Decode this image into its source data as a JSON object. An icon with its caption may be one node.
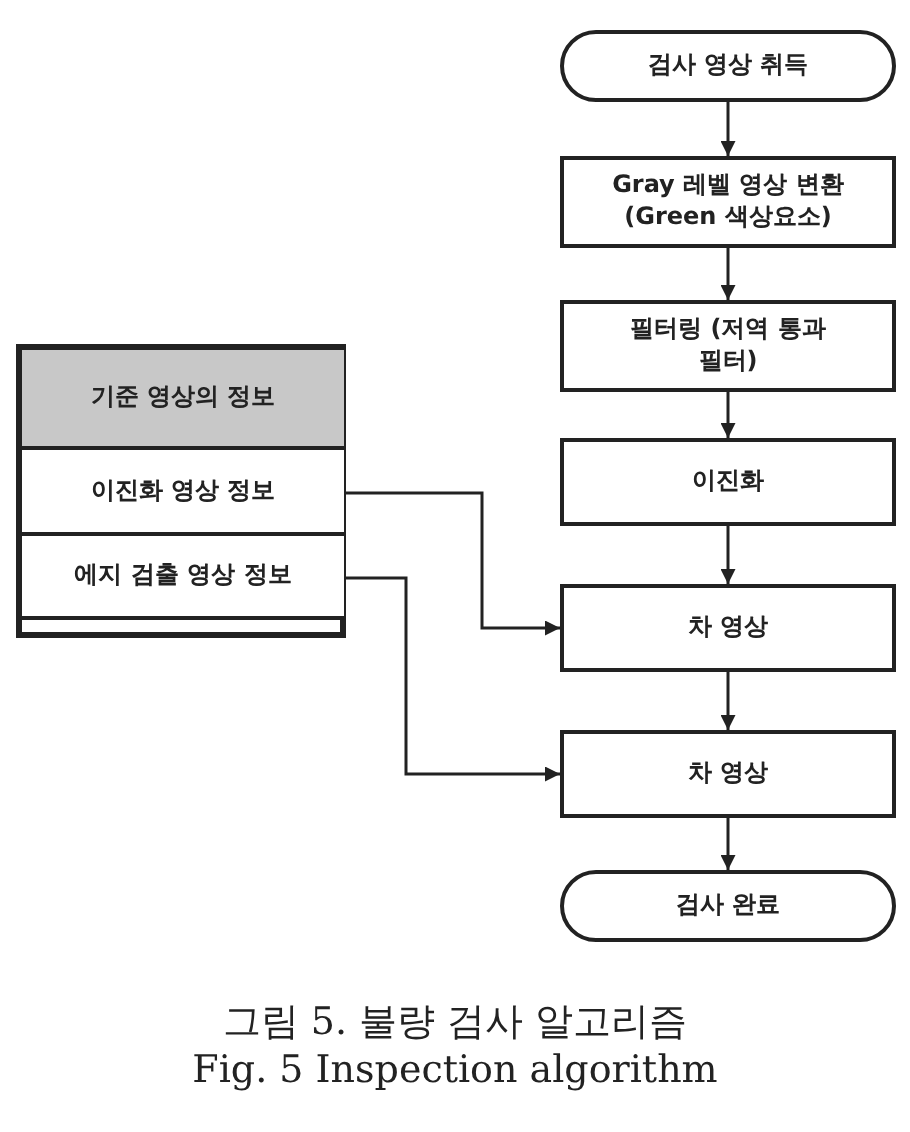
{
  "diagram": {
    "caption": "그림 5. 불량 검사 알고리즘",
    "nodes": [
      {
        "text": [
          "검사 영상 취득"
        ]
      },
      {
        "text": [
          "Gray 레벨 영상 변환 (Green 색상요소)"
        ]
      },
      {
        "text": [
          "필터링 (저역 통과 필터)"
        ]
      },
      {
        "text": [
          "이진화"
        ]
      },
      {
        "text": [
          "차 영상"
        ]
      },
      {
        "text": [
          "차 영상"
        ]
      },
      {
        "text": [
          "검사 완료"
        ]
      },
      {
        "text": [],
        "shape": "box"
      },
      {
        "text": [
          "기준 영상의 정보"
        ],
        "in": 7
      },
      {
        "text": [
          "이진화 영상 정보"
        ],
        "in": 7
      },
      {
        "text": [
          "에지 검출 영상 정보"
        ],
        "in": 7
      }
    ],
    "edges": [
      {
        "from": 0,
        "to": 1,
        "arrow": "to"
      },
      {
        "from": 1,
        "to": 2,
        "arrow": "to"
      },
      {
        "from": 2,
        "to": 3,
        "arrow": "to"
      },
      {
        "from": 3,
        "to": 4,
        "arrow": "to"
      },
      {
        "from": 4,
        "to": 5,
        "arrow": "to"
      },
      {
        "from": 5,
        "to": 6,
        "arrow": "to"
      },
      {
        "from": 9,
        "to": 4,
        "arrow": "to"
      },
      {
        "from": 10,
        "to": 5,
        "arrow": "to"
      }
    ],
    "labels": [
      "Fig. 5 Inspection algorithm"
    ]
  }
}
